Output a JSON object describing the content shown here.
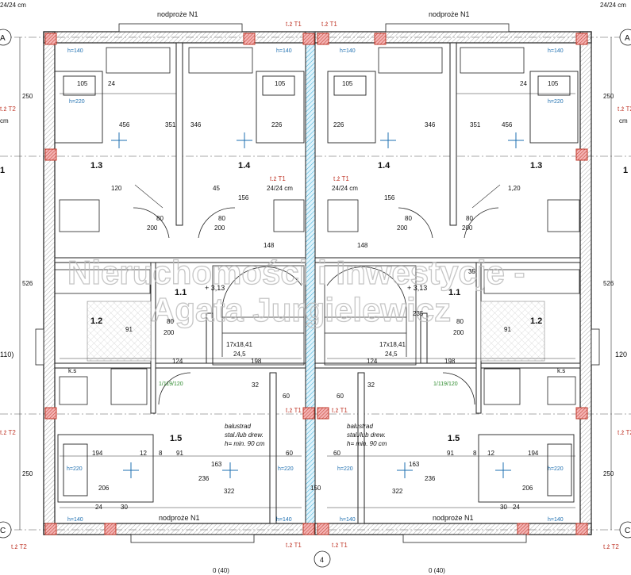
{
  "watermark": {
    "line1": "Nieruchomości i Inwestycje -",
    "line2": "Agata Jurgielewicz"
  },
  "headers": {
    "lintel": "nodproże N1",
    "lintel_bottom": "nodproże N1",
    "top_left_wall": "24/24 cm",
    "top_right_wall": "24/24 cm"
  },
  "rooms": {
    "r13": "1.3",
    "r14": "1.4",
    "r11": "1.1",
    "r12": "1.2",
    "r15": "1.5"
  },
  "labels": {
    "tz_t1": "t.ż T1",
    "tz_t2": "t.ż T2",
    "wall_2424": "24/24 cm",
    "level": "+ 3,13",
    "stairs": "17x18,41",
    "stairs_w": "24,5",
    "balustrade_1": "balustrad",
    "balustrade_2": "stal./lub drew.",
    "balustrade_3": "h= min. 90 cm",
    "window_small": "1/119/120",
    "h140": "h=140",
    "h220": "h=220",
    "axis_a": "A",
    "axis_c": "C",
    "axis_1": "1",
    "axis_4": "4",
    "cm": "cm",
    "ks": "k.s",
    "side_110": "110)",
    "side_120": "120",
    "side_40": "0 (40)"
  },
  "dims": {
    "d105": "105",
    "d24": "24",
    "d456": "456",
    "d351": "351",
    "d346": "346",
    "d226": "226",
    "d120": "120",
    "d80": "80",
    "d200": "200",
    "d148": "148",
    "d120b": "1,20",
    "d45": "45",
    "d156": "156",
    "d250": "250",
    "d526": "526",
    "d91": "91",
    "d124": "124",
    "d198": "198",
    "d60": "60",
    "d32": "32",
    "d194": "194",
    "d206": "206",
    "d163": "163",
    "d236": "236",
    "d322": "322",
    "d12": "12",
    "d8": "8",
    "d35": "35",
    "d30": "30",
    "d235": "235",
    "d150": "150"
  }
}
